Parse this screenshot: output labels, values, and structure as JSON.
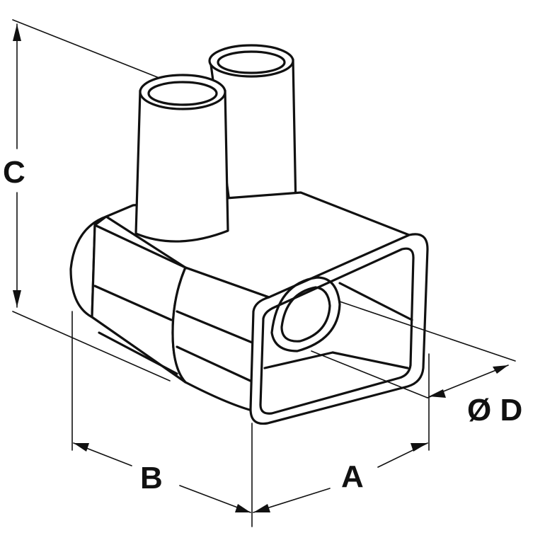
{
  "dimensions": {
    "a": "A",
    "b": "B",
    "c": "C",
    "d": "Ø D"
  },
  "colors": {
    "line": "#111111",
    "background": "#ffffff"
  }
}
